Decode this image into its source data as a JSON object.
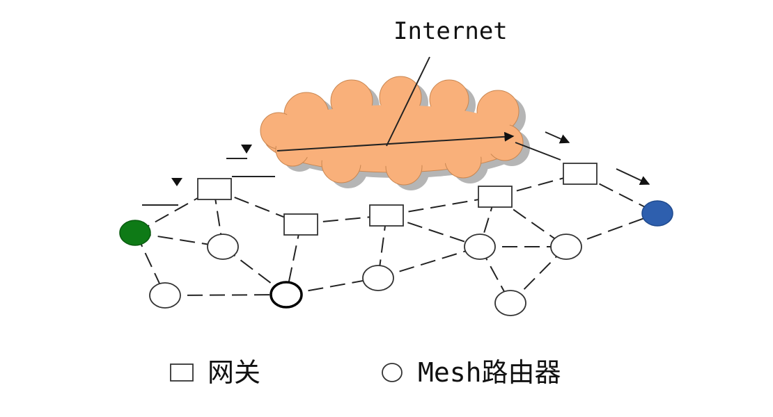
{
  "internet_label": "Internet",
  "legend": {
    "gateway_label": "网关",
    "router_label": "Mesh路由器"
  },
  "colors": {
    "cloud_fill": "#f9b07a",
    "cloud_shadow": "#b8b8b8",
    "source_node": "#0e7a16",
    "destination_node": "#2e5fae",
    "highlight_node_stroke": "#000000"
  },
  "icons": {
    "gateway": "square-outline",
    "router": "circle-outline",
    "cloud": "cloud"
  }
}
